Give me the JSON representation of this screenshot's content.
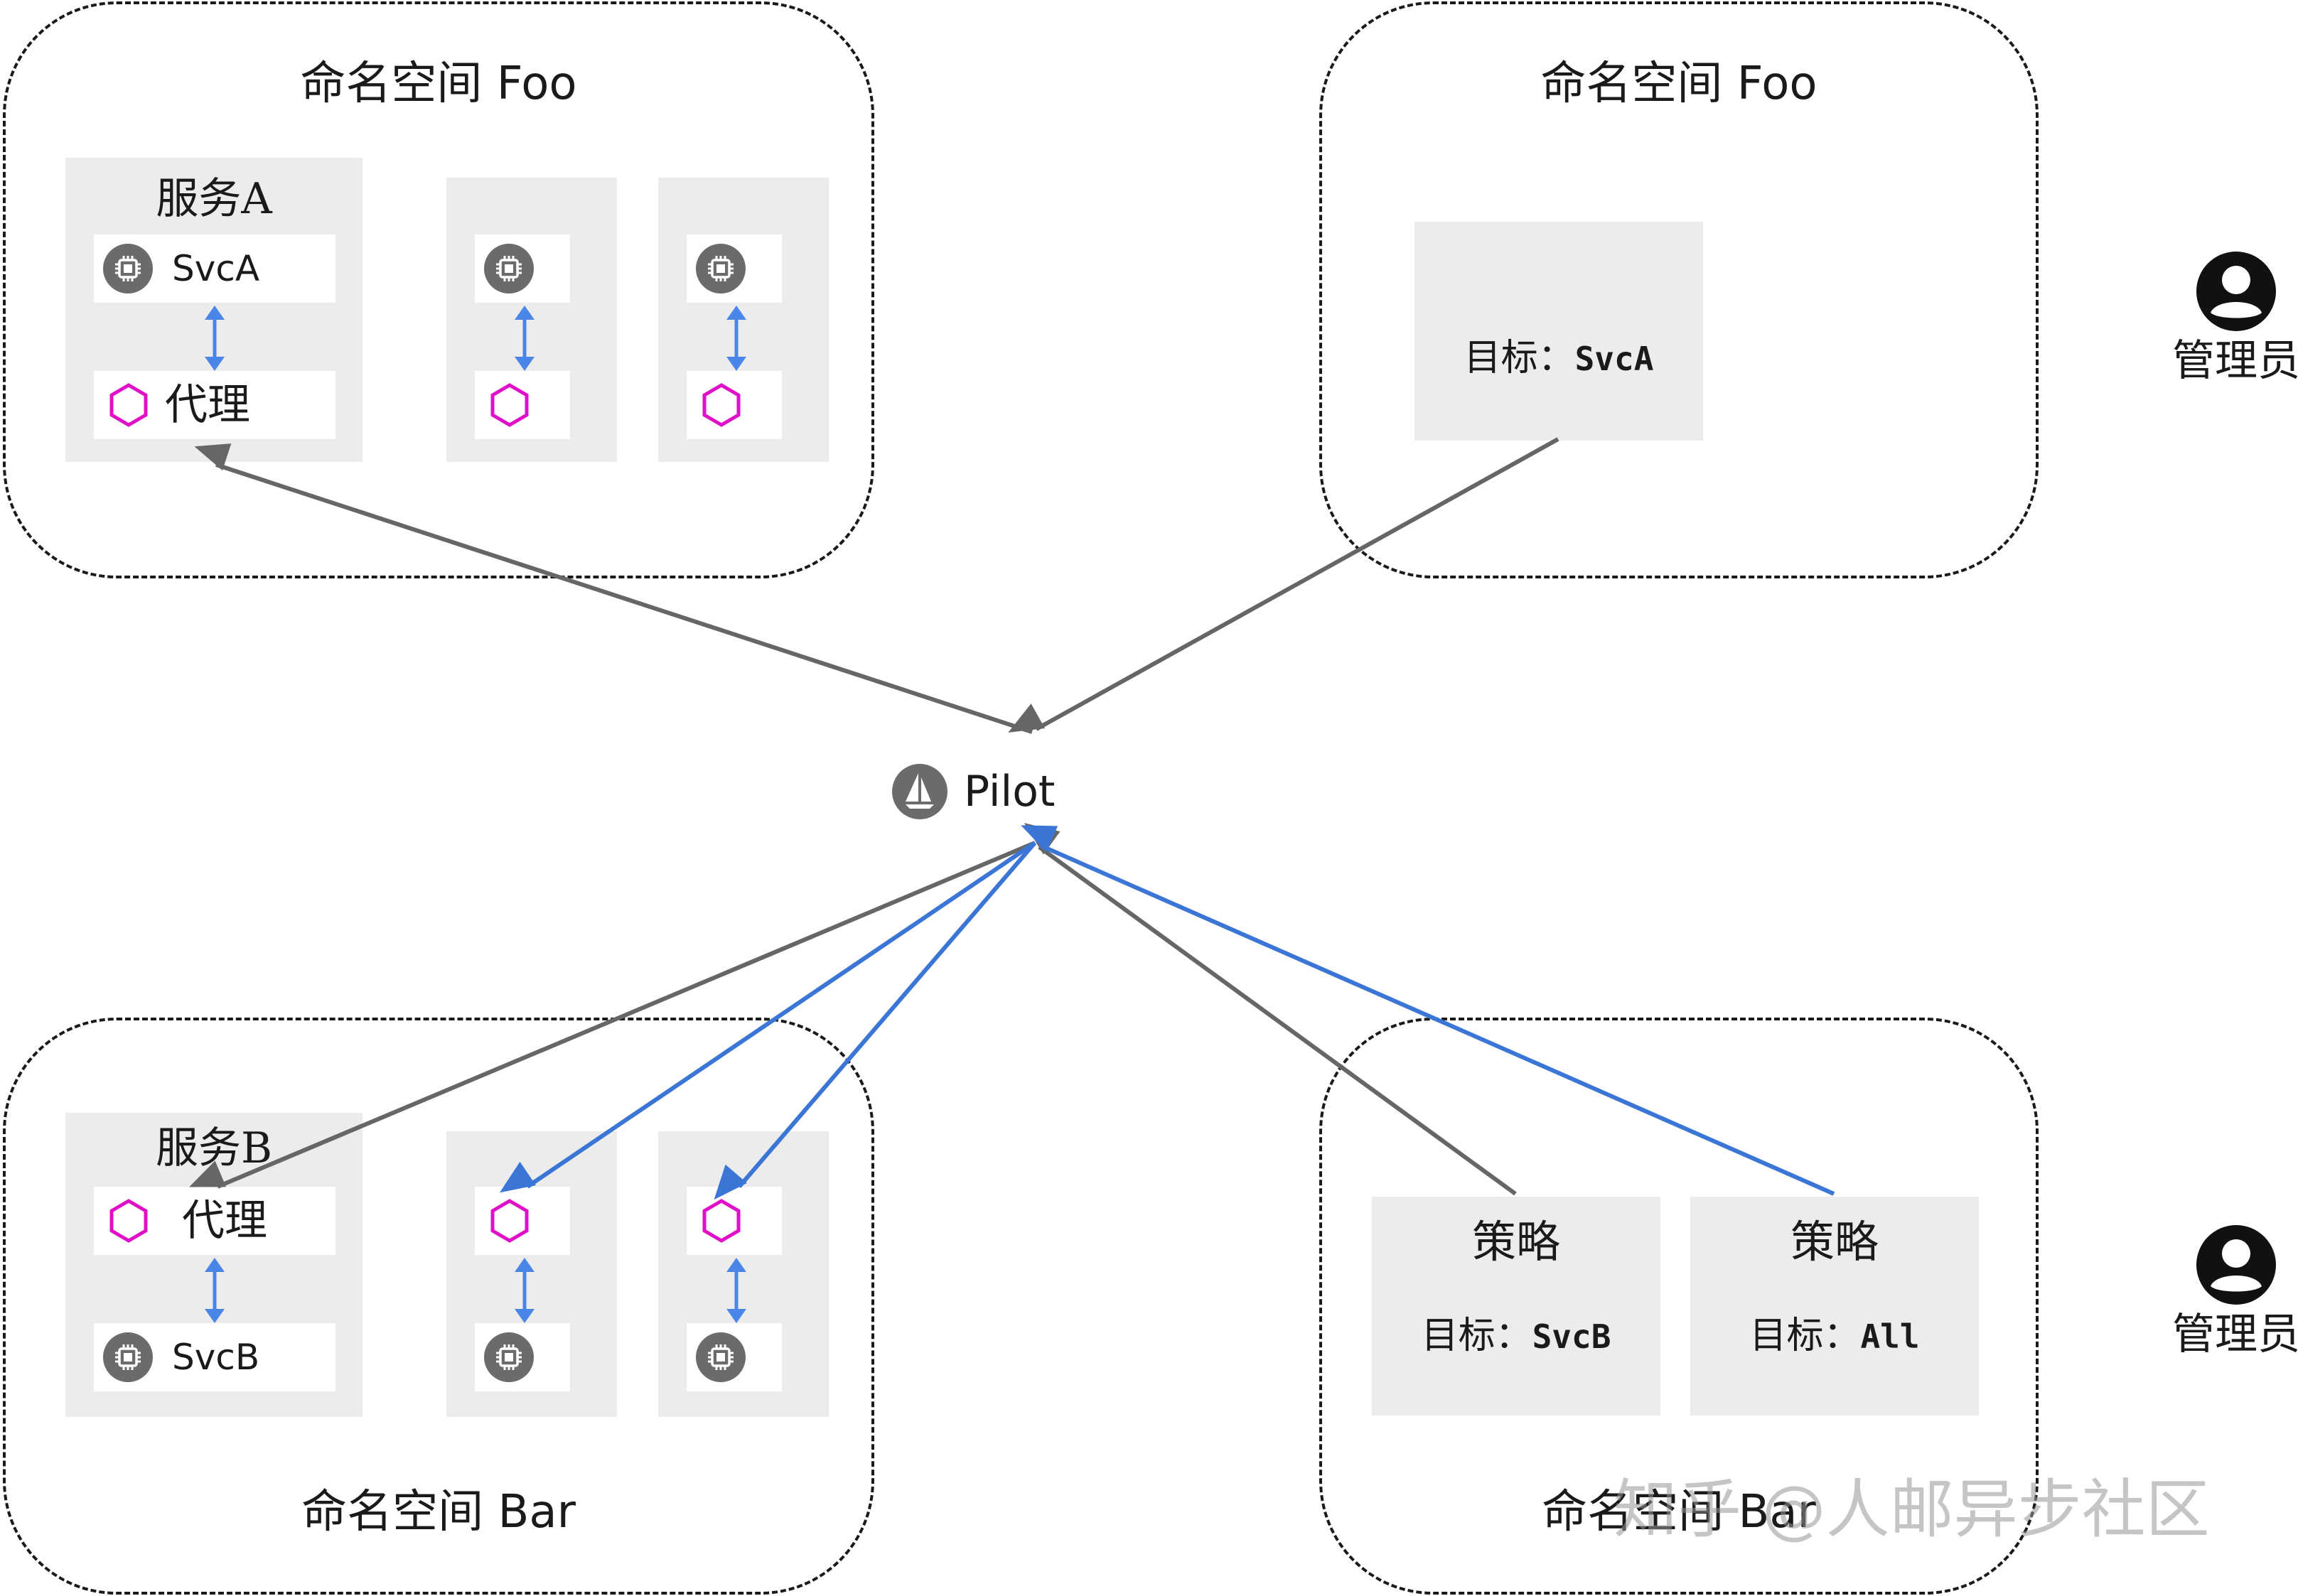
{
  "namespaces": {
    "foo_services": {
      "title": "命名空间 Foo"
    },
    "foo_policy": {
      "title": "命名空间 Foo"
    },
    "bar_services": {
      "title": "命名空间 Bar"
    },
    "bar_policy": {
      "title": "命名空间 Bar"
    }
  },
  "service_a": {
    "title": "服务A",
    "service_label": "SvcA",
    "proxy_label": "代理"
  },
  "service_b": {
    "title": "服务B",
    "service_label": "SvcB",
    "proxy_label": "代理"
  },
  "foo_policy_card": {
    "target_label": "目标：",
    "target_value": "SvcA"
  },
  "bar_policies": [
    {
      "title": "策略",
      "target_label": "目标：",
      "target_value": "SvcB"
    },
    {
      "title": "策略",
      "target_label": "目标：",
      "target_value": "All"
    }
  ],
  "pilot": {
    "label": "Pilot"
  },
  "admins": [
    {
      "label": "管理员"
    },
    {
      "label": "管理员"
    }
  ],
  "watermark": "知乎 @人邮异步社区",
  "colors": {
    "gray_arrow": "#666666",
    "blue_arrow": "#3b76d6",
    "proxy_hex": "#e010c8",
    "link_arrow": "#4a86e8",
    "card_bg": "#ececec",
    "chip_icon": "#6b6b6b"
  },
  "icons": {
    "service": "chip-icon",
    "proxy": "hexagon-icon",
    "pilot": "sailboat-icon",
    "admin": "user-icon"
  }
}
